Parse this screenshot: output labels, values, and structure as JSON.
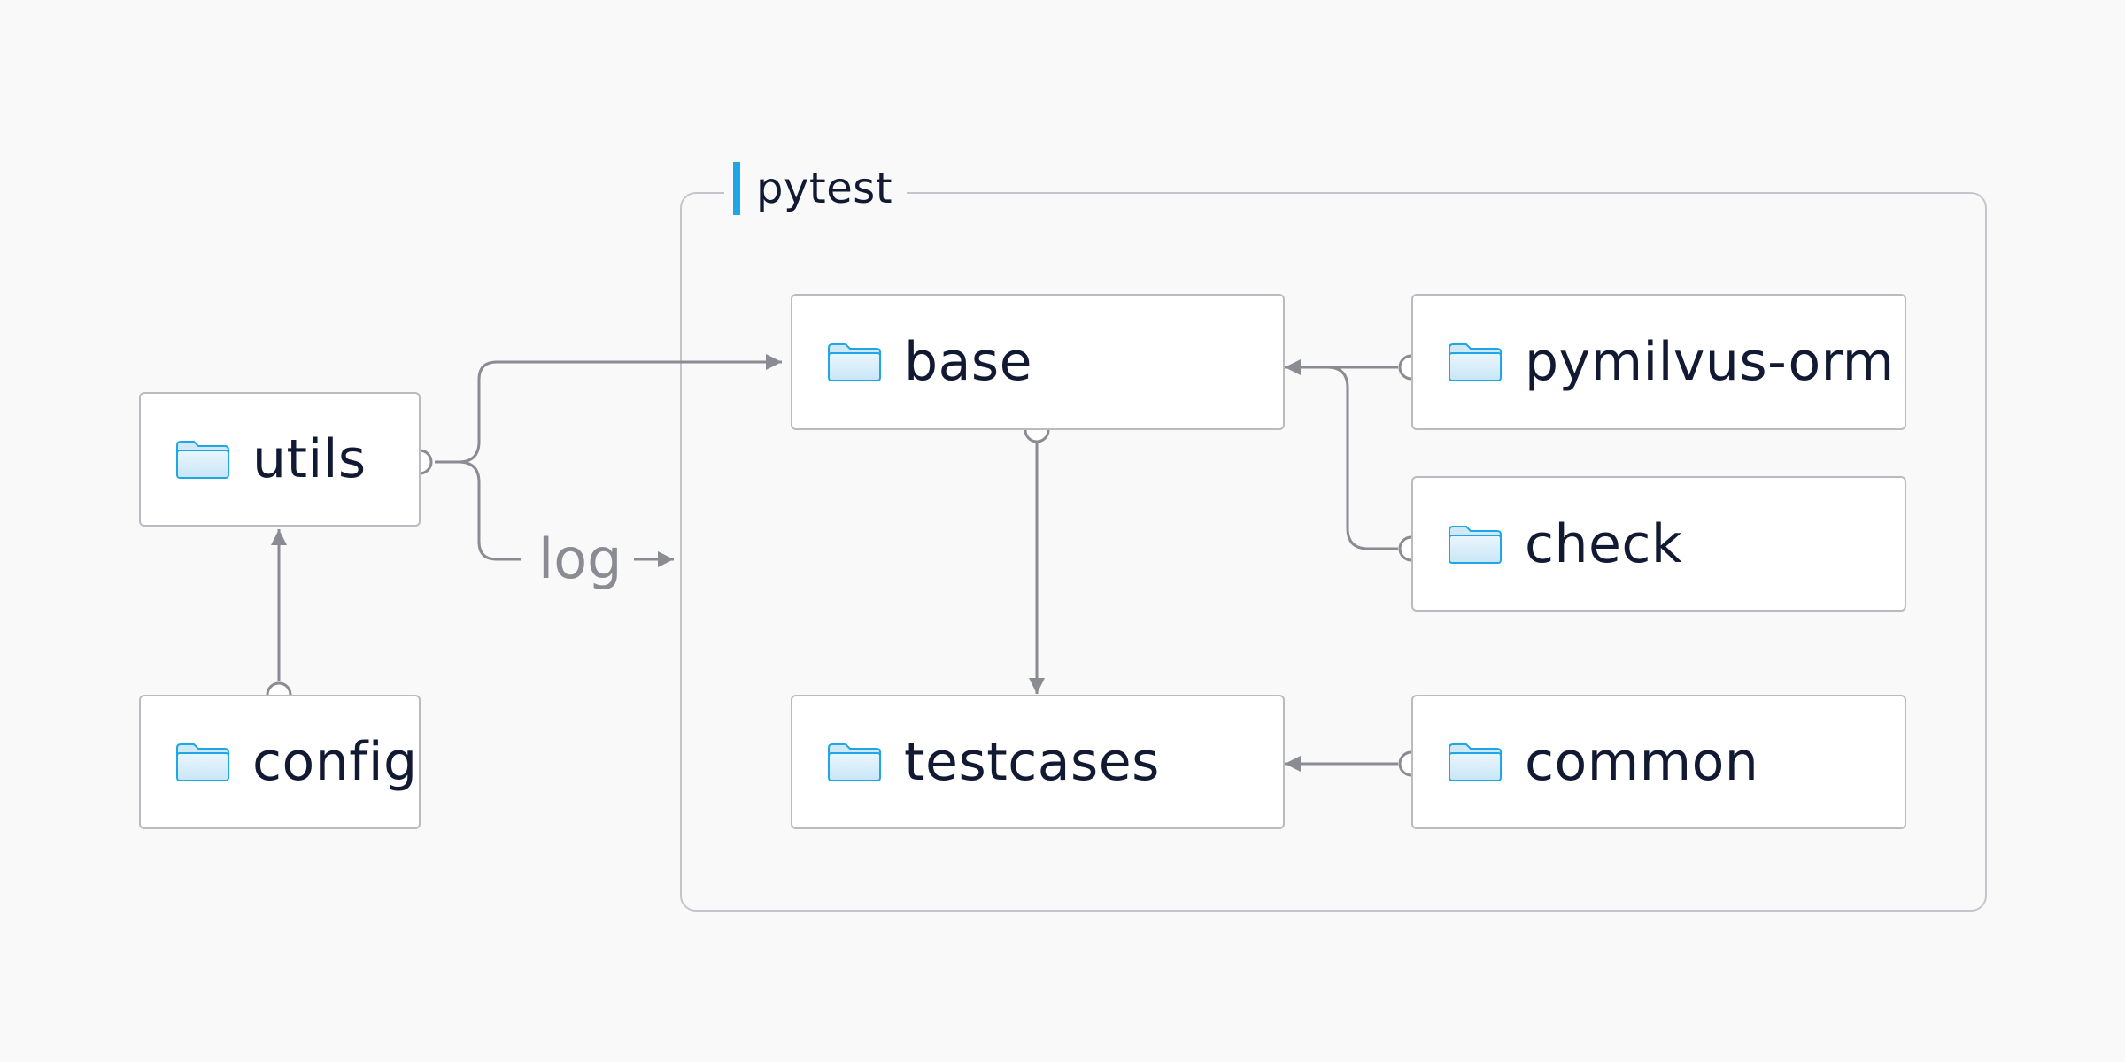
{
  "group": {
    "title": "pytest"
  },
  "nodes": {
    "utils": "utils",
    "config": "config",
    "base": "base",
    "testcases": "testcases",
    "pymilvus_orm": "pymilvus-orm",
    "check": "check",
    "common": "common"
  },
  "edges": {
    "log_label": "log"
  },
  "icons": {
    "node_icon": "folder-icon"
  },
  "colors": {
    "background": "#f9f9f9",
    "accent": "#1ea7e4",
    "connector": "#8a8b93",
    "node_border": "#b9bbc1",
    "text": "#121a33"
  }
}
